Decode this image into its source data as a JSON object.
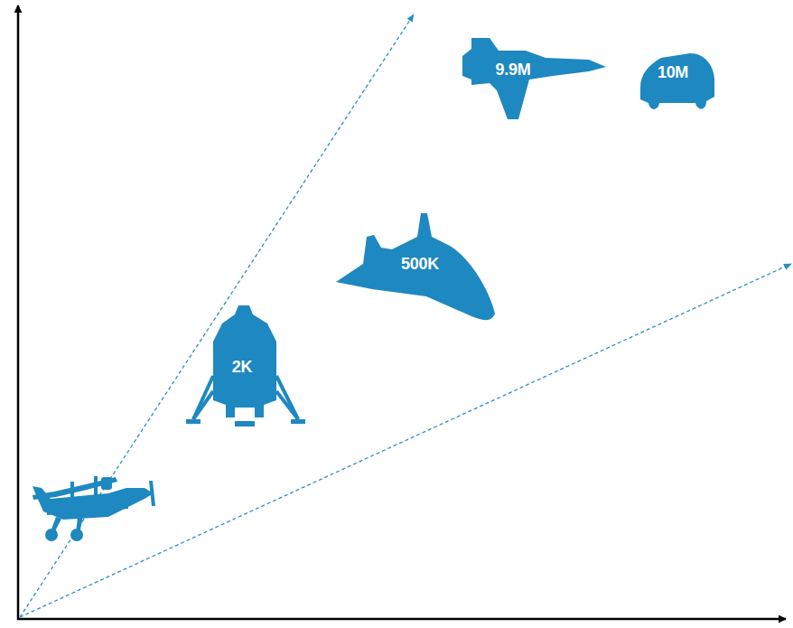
{
  "diagram": {
    "nodes": [
      {
        "text": [
          "9.9M"
        ]
      },
      {
        "text": [
          "10M"
        ]
      },
      {
        "text": [
          "500K"
        ]
      },
      {
        "text": [
          "2K"
        ]
      }
    ]
  }
}
